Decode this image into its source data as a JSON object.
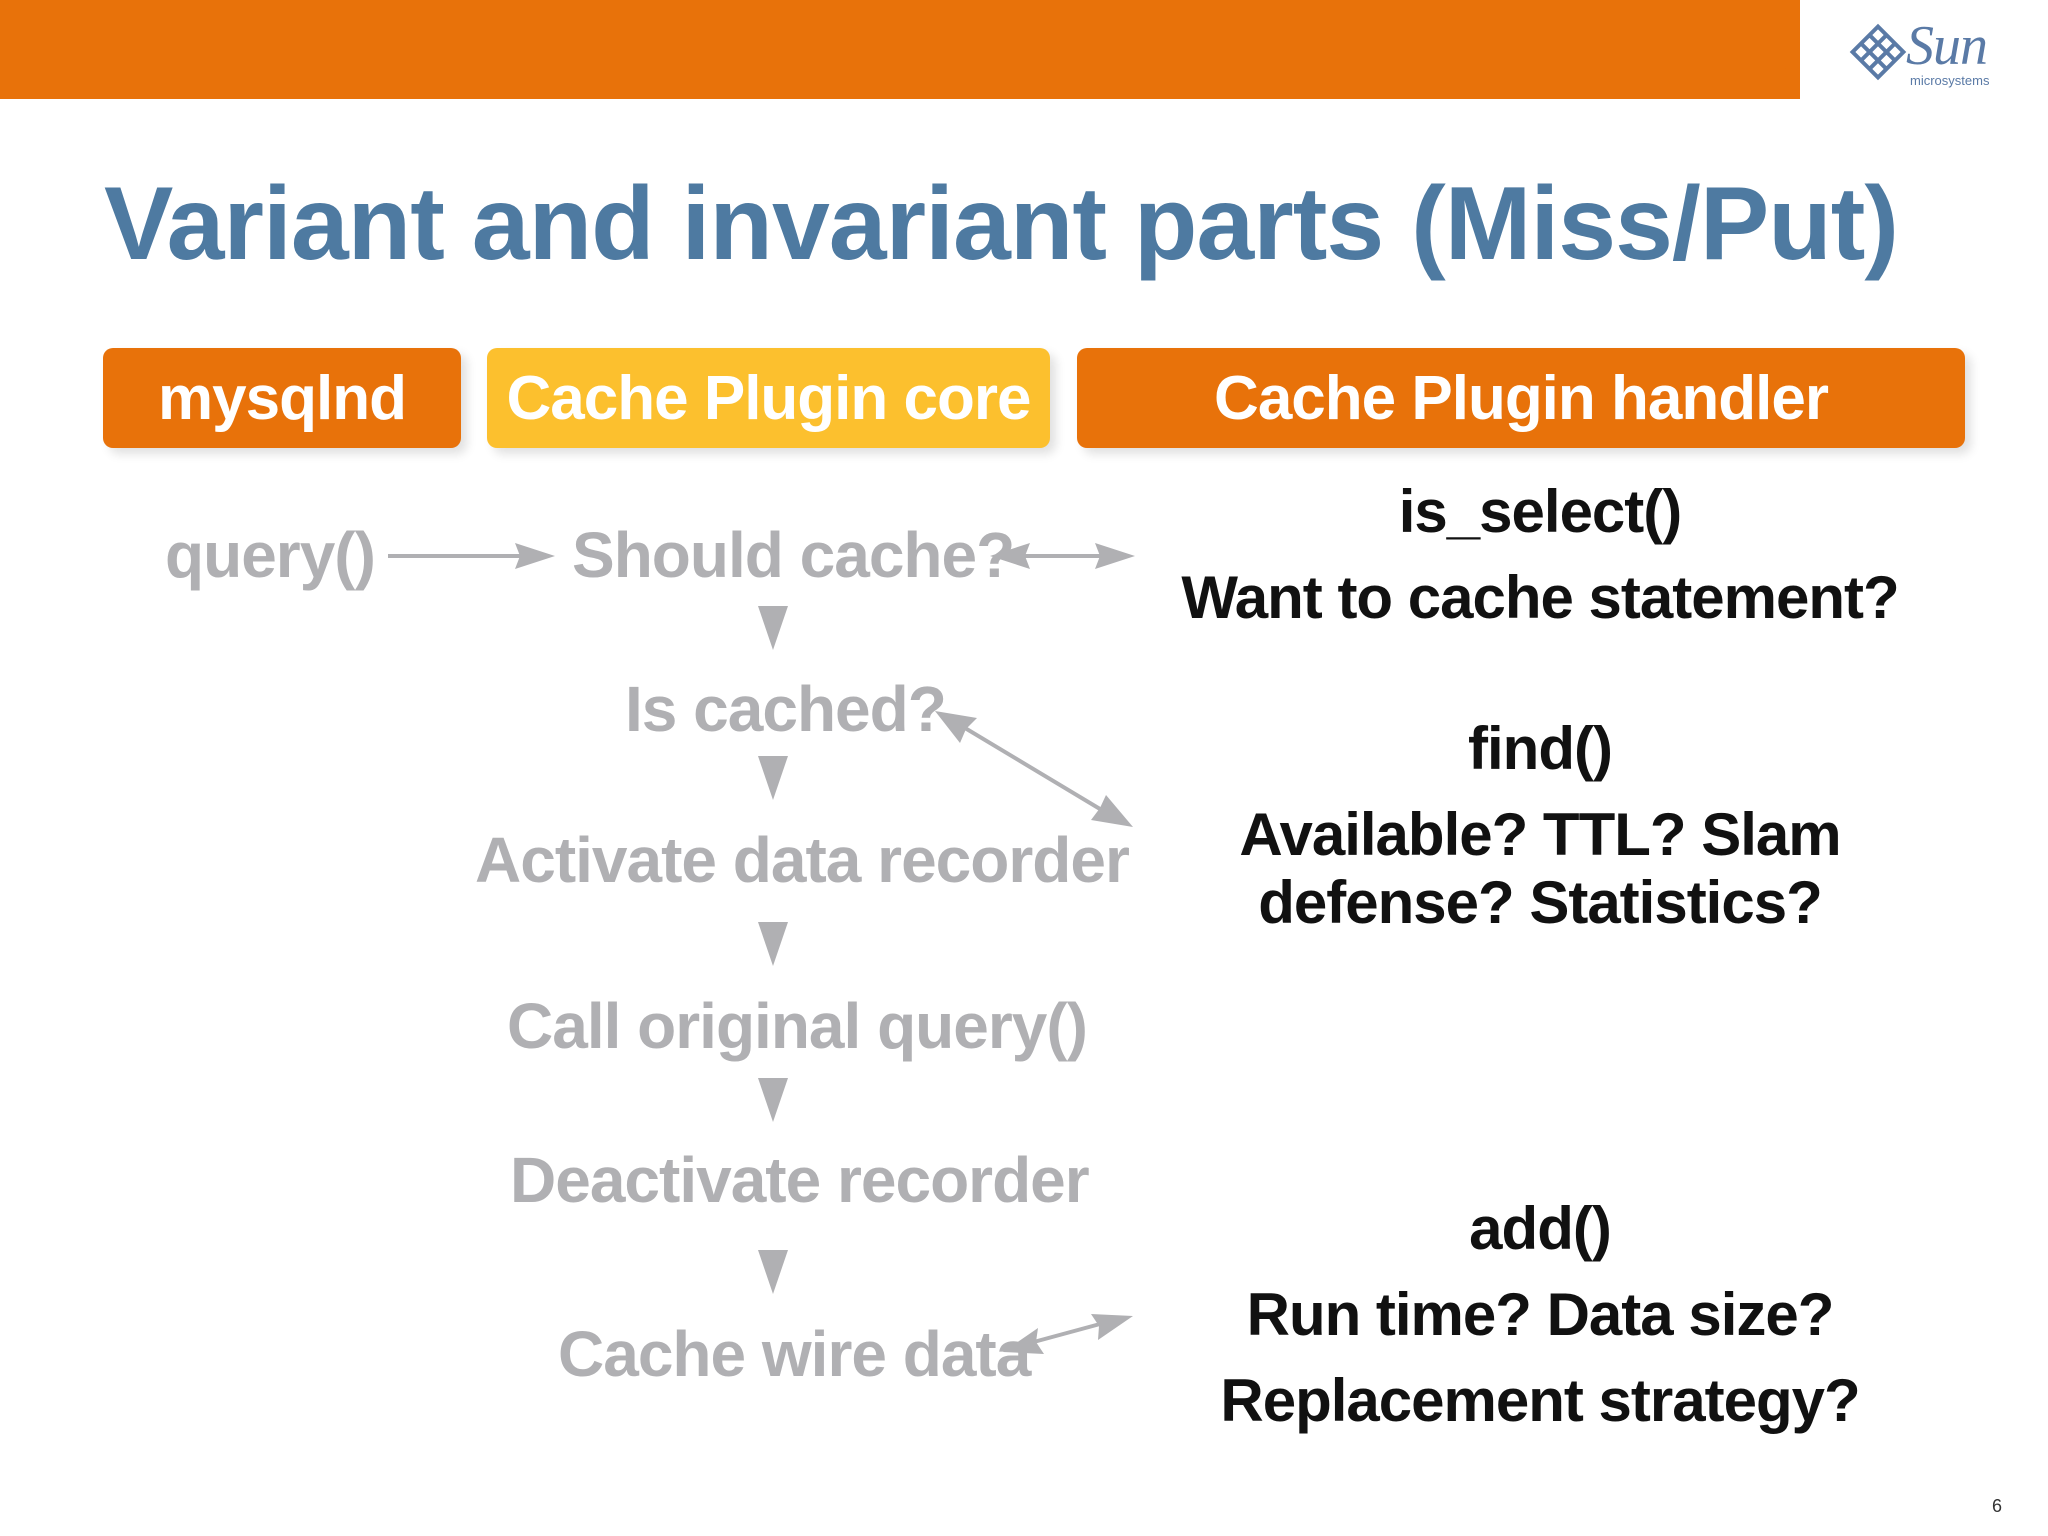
{
  "slide": {
    "title": "Variant and invariant parts (Miss/Put)",
    "page_number": "6",
    "logo": {
      "word": "Sun",
      "sub": "microsystems",
      "icon": "sun-logo-icon"
    },
    "colors": {
      "band": "#e8720a",
      "title": "#4e7aa1",
      "core_header": "#fcc02e",
      "flow_text": "#b0b0b3",
      "body_text": "#111111"
    }
  },
  "headers": {
    "mysqlnd": "mysqlnd",
    "core": "Cache Plugin core",
    "handler": "Cache Plugin handler"
  },
  "flow": {
    "query": "query()",
    "should_cache": "Should cache?",
    "is_cached": "Is cached?",
    "activate": "Activate data recorder",
    "call_original": "Call original query()",
    "deactivate": "Deactivate recorder",
    "cache_wire": "Cache wire data"
  },
  "handler": {
    "is_select": {
      "fn": "is_select()",
      "desc": "Want to cache statement?"
    },
    "find": {
      "fn": "find()",
      "desc_1": "Available? TTL? Slam",
      "desc_2": "defense? Statistics?"
    },
    "add": {
      "fn": "add()",
      "desc_1": "Run time? Data size?",
      "desc_2": "Replacement strategy?"
    }
  }
}
